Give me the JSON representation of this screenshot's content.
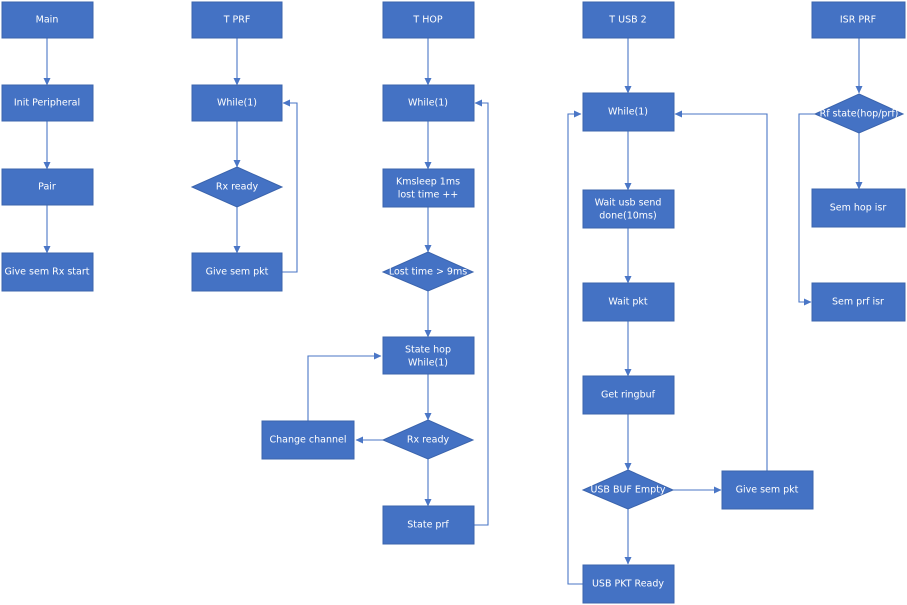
{
  "colors": {
    "node_fill": "#4472c4",
    "edge": "#4a76c6",
    "text": "#ffffff"
  },
  "nodes": {
    "main": "Main",
    "init_peripheral": "Init Peripheral",
    "pair": "Pair",
    "give_sem_rx_start": "Give sem Rx start",
    "t_prf": "T PRF",
    "prf_while": "While(1)",
    "prf_rx_ready": "Rx ready",
    "prf_give_sem_pkt": "Give sem pkt",
    "t_hop": "T HOP",
    "hop_while": "While(1)",
    "hop_kmsleep": [
      "Kmsleep 1ms",
      "lost time ++"
    ],
    "hop_lost_time": "Lost time > 9ms",
    "hop_state_hop": [
      "State hop",
      "While(1)"
    ],
    "hop_rx_ready": "Rx ready",
    "hop_change_channel": "Change channel",
    "hop_state_prf": "State prf",
    "t_usb2": "T USB 2",
    "usb_while": "While(1)",
    "usb_wait_send": [
      "Wait usb send",
      "done(10ms)"
    ],
    "usb_wait_pkt": "Wait pkt",
    "usb_get_ringbuf": "Get ringbuf",
    "usb_buf_empty": "USB BUF Empty",
    "usb_give_sem_pkt": "Give sem pkt",
    "usb_pkt_ready": "USB PKT Ready",
    "isr_prf": "ISR PRF",
    "isr_rf_state": "Rf state(hop/prf)",
    "isr_sem_hop": "Sem hop isr",
    "isr_sem_prf": "Sem prf isr"
  }
}
